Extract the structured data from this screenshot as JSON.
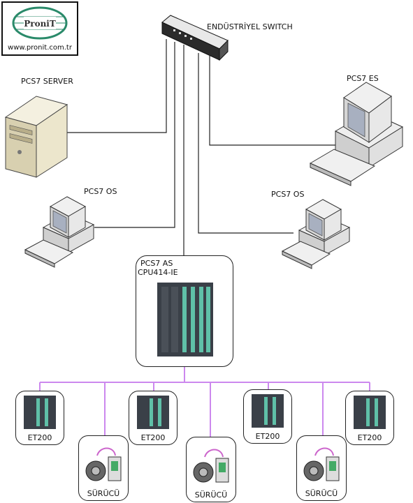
{
  "logo": {
    "brand": "ProniT",
    "url": "www.pronit.com.tr"
  },
  "switch": {
    "label": "ENDÜSTRİYEL SWITCH"
  },
  "server": {
    "label": "PCS7 SERVER"
  },
  "es": {
    "label": "PCS7 ES"
  },
  "os_left": {
    "label": "PCS7 OS"
  },
  "os_right": {
    "label": "PCS7 OS"
  },
  "as": {
    "label_line1": "PCS7 AS",
    "label_line2": "CPU414-IE"
  },
  "et200": [
    "ET200",
    "ET200",
    "ET200",
    "ET200"
  ],
  "drives": [
    "SÜRÜCÜ",
    "SÜRÜCÜ",
    "SÜRÜCÜ"
  ],
  "colors": {
    "bus": "#cc88ee",
    "line": "#222222",
    "rack": "#3a4048",
    "rack_stripe": "#5fc0a8"
  }
}
